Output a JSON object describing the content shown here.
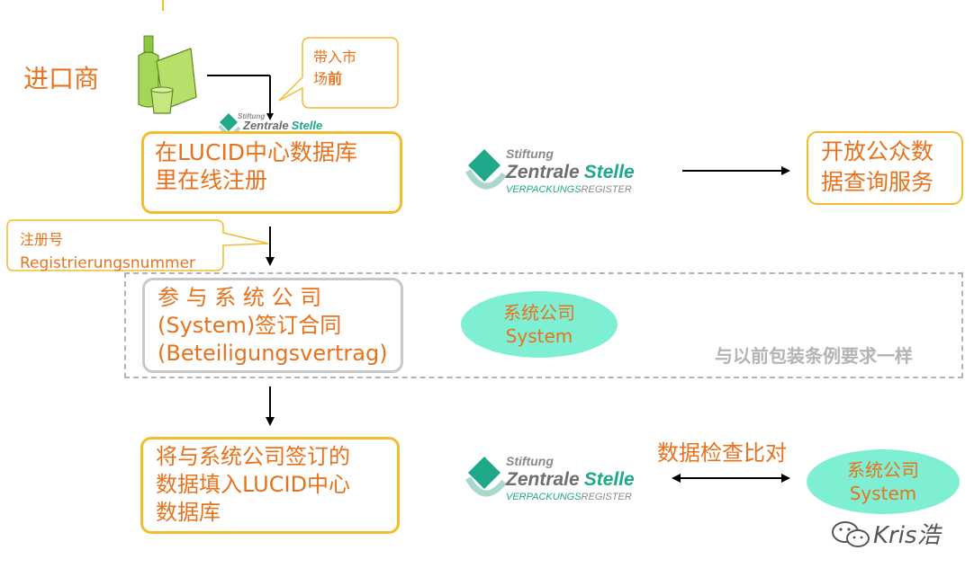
{
  "importer_label": "进口商",
  "callout_market": {
    "line1": "带入市",
    "line2_a": "场",
    "line2_b": "前"
  },
  "callout_reg": {
    "line1": "注册号",
    "line2": "Registrierungsnummer"
  },
  "box_register": {
    "line1": "在LUCID中心数据库",
    "line2": "里在线注册"
  },
  "box_system": {
    "line1": "参 与 系 统 公 司",
    "line2": "(System)签订合同",
    "line3": "(Beteiligungsvertrag)"
  },
  "box_enter": {
    "line1": "将与系统公司签订的",
    "line2": "数据填入LUCID中心",
    "line3": "数据库"
  },
  "public_service": {
    "line1": "开放公众数",
    "line2": "据查询服务"
  },
  "ellipse_1": {
    "line1": "系统公司",
    "line2": "System"
  },
  "ellipse_2": {
    "line1": "系统公司",
    "line2": "System"
  },
  "same_as_before": "与以前包装条例要求一样",
  "data_check": "数据检查比对",
  "logo": {
    "stiftung": "Stiftung",
    "zentrale": "Zentrale",
    "stelle": "Stelle",
    "verp": "VERPACKUNGS",
    "register": "REGISTER"
  },
  "watermark": "Kris浩",
  "colors": {
    "accent": "#e8721c",
    "box_border": "#f2bc2c",
    "ellipse_fill": "#7fefd4",
    "logo_teal": "#1fa88a"
  }
}
